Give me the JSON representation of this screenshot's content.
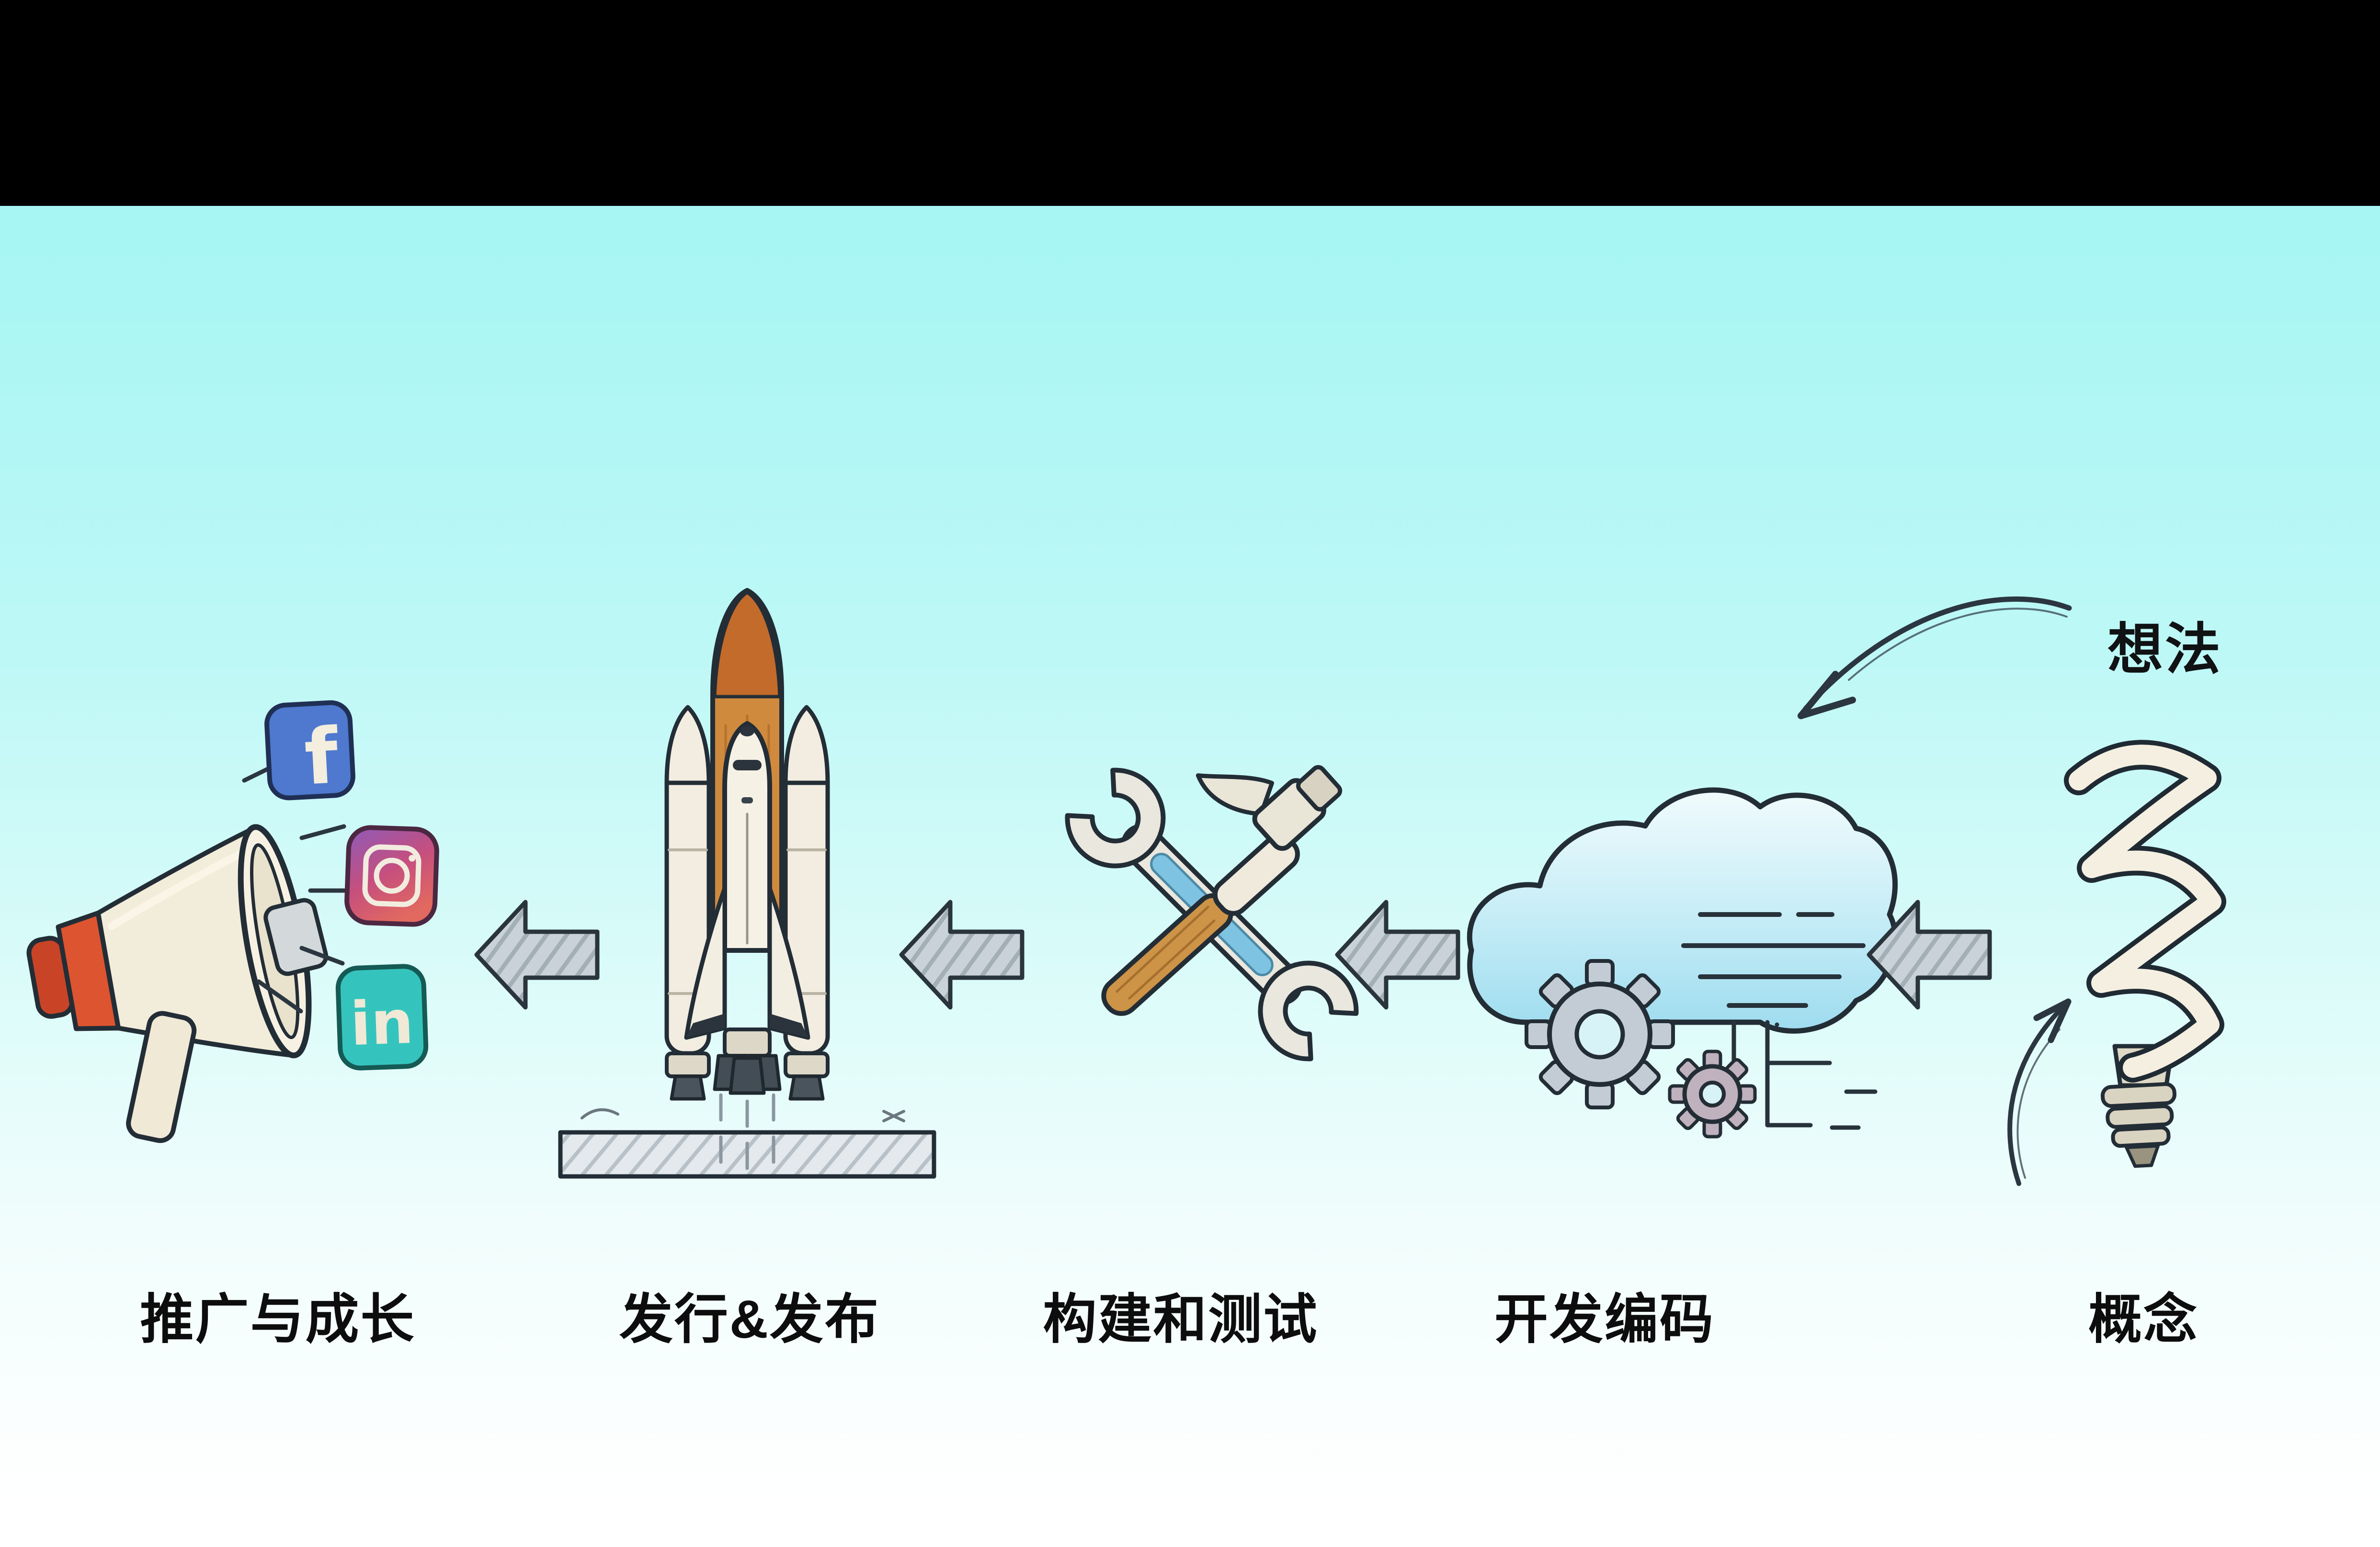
{
  "diagram": {
    "type": "workflow-illustration",
    "style": "hand-drawn sketch on cyan sky background",
    "flow_direction": "right-to-left"
  },
  "idea_annotation": {
    "label": "想法"
  },
  "stages": [
    {
      "key": "promotion_growth",
      "label": "推广与成长",
      "icon": "megaphone-icon",
      "social_icons": [
        "facebook-icon",
        "instagram-icon",
        "linkedin-icon"
      ]
    },
    {
      "key": "release_launch",
      "label": "发行&发布",
      "icon": "rocket-launch-icon"
    },
    {
      "key": "build_and_test",
      "label": "构建和测试",
      "icon": "wrench-hammer-icon"
    },
    {
      "key": "develop_code",
      "label": "开发编码",
      "icon": "cloud-gears-icon"
    },
    {
      "key": "concept",
      "label": "概念",
      "icon": "lightbulb-icon"
    }
  ],
  "arrows": {
    "count": 4,
    "direction": "left",
    "style": "gray hatched block arrows between every stage"
  },
  "sketch_arrows": [
    {
      "from": "idea_label",
      "to": "cloud",
      "shape": "curved down-left"
    },
    {
      "from": "below",
      "to": "lightbulb",
      "shape": "curved up-right"
    }
  ],
  "colors": {
    "top_bar": "#000000",
    "sky_top": "#a2f5f4",
    "sky_bottom": "#ffffff",
    "outline_ink": "#2a343c",
    "arrow_fill": "#c9d2d8",
    "facebook_blue": "#4e79cf",
    "instagram_purple": "#8e5ab8",
    "instagram_pink": "#c64f7e",
    "linkedin_teal": "#35c4bd",
    "megaphone_red": "#d8502e",
    "megaphone_cream": "#f2ecda",
    "rocket_tank_orange": "#d08a3e",
    "tool_handle_blue": "#7fc3e3",
    "hammer_wood": "#cd9347",
    "cloud_blue": "#9edcef",
    "bulb_cream": "#f4efe0"
  }
}
